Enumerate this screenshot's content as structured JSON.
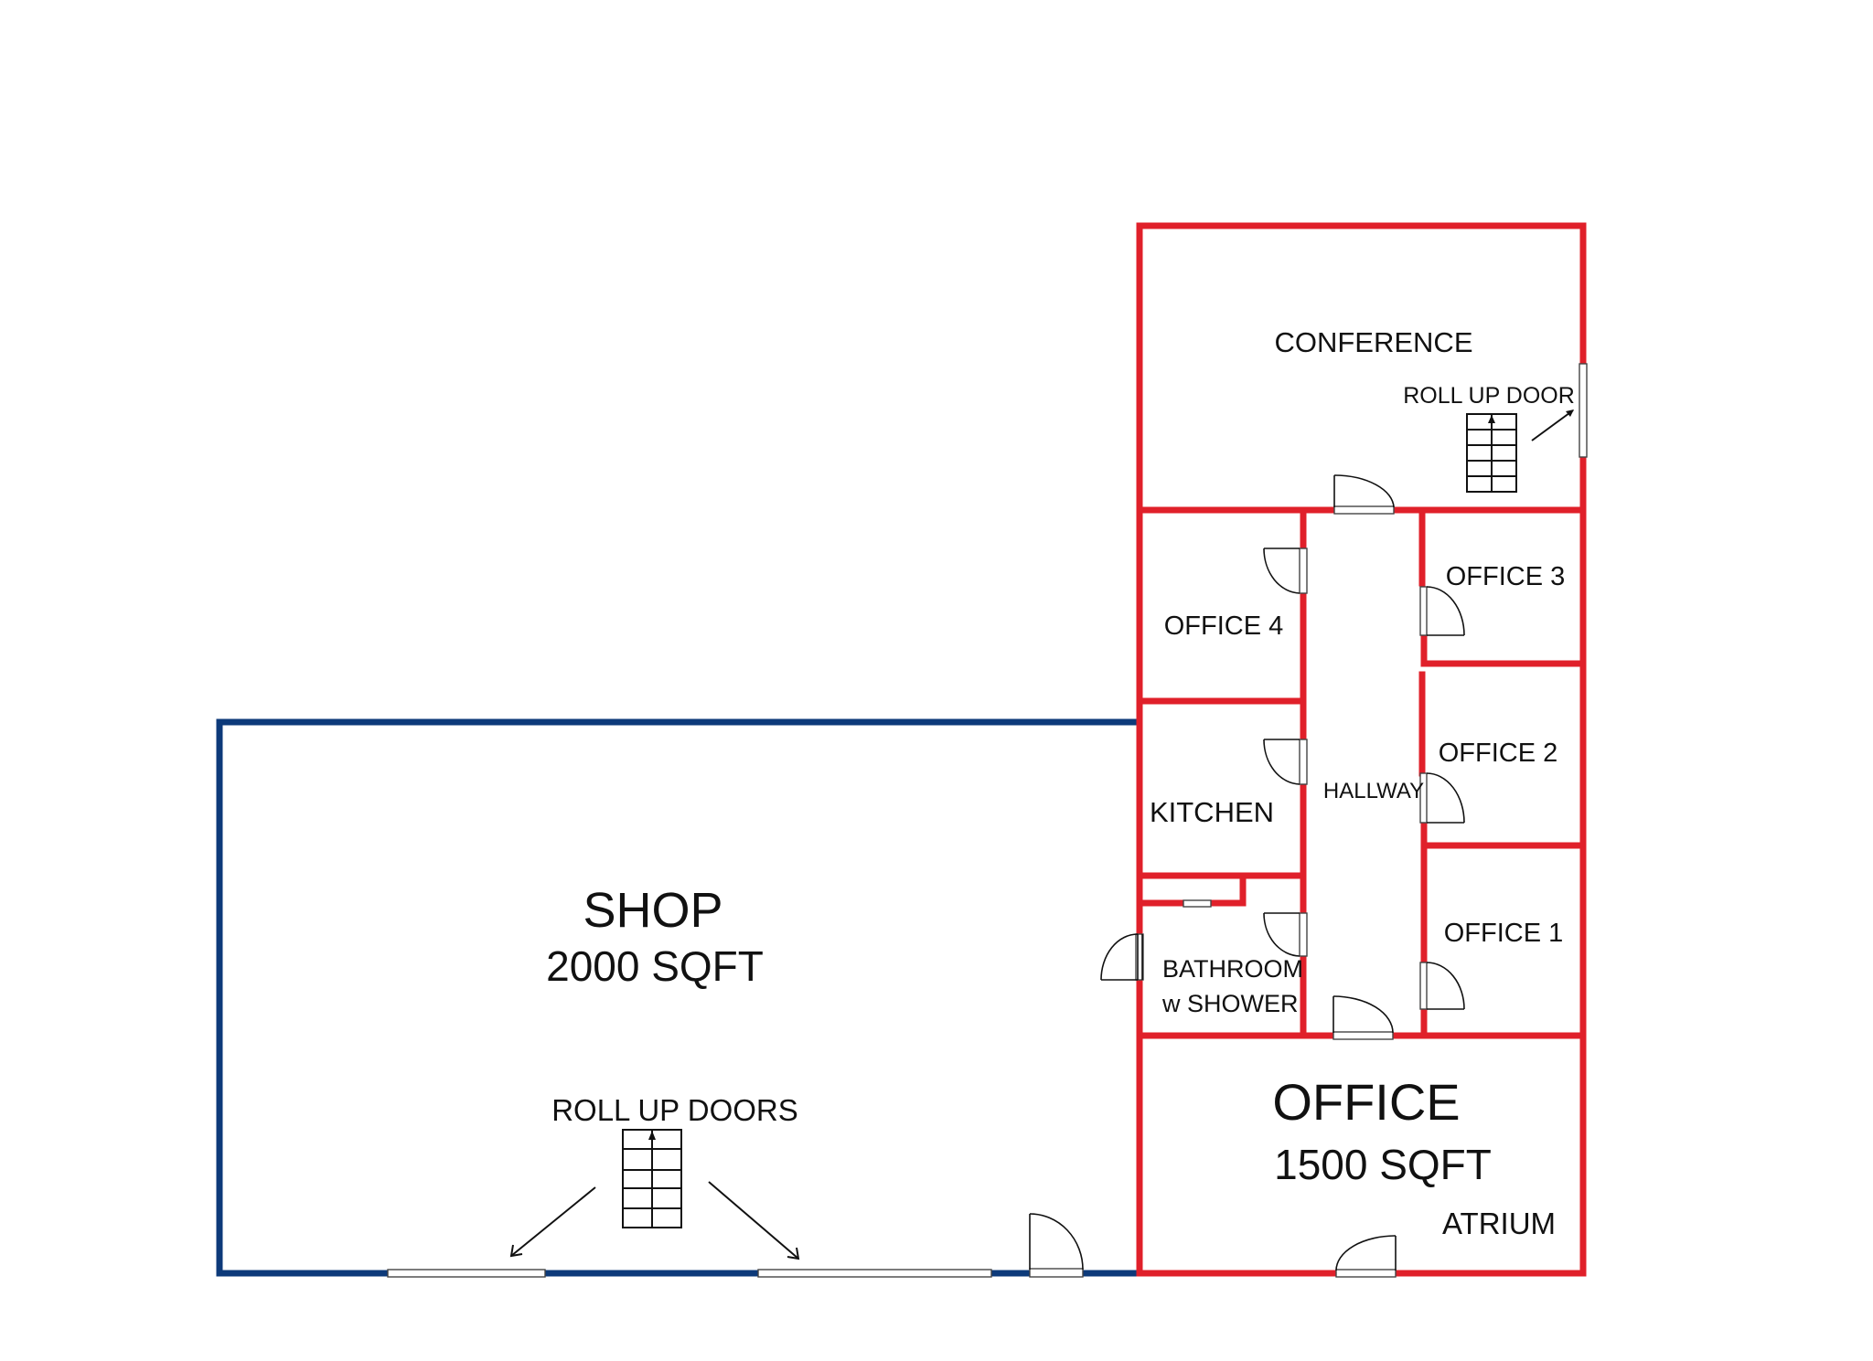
{
  "colors": {
    "office_walls": "#e0202a",
    "shop_walls": "#0d3a7a",
    "text": "#111111",
    "background": "#ffffff"
  },
  "rooms": {
    "conference": {
      "label": "CONFERENCE"
    },
    "conference_rollup": {
      "label": "ROLL UP DOOR"
    },
    "office4": {
      "label": "OFFICE 4"
    },
    "office3": {
      "label": "OFFICE 3"
    },
    "office2": {
      "label": "OFFICE 2"
    },
    "office1": {
      "label": "OFFICE 1"
    },
    "kitchen": {
      "label": "KITCHEN"
    },
    "hallway": {
      "label": "HALLWAY"
    },
    "bathroom": {
      "label_line1": "BATHROOM",
      "label_line2": "w SHOWER"
    },
    "office_main": {
      "label": "OFFICE",
      "area": "1500 SQFT",
      "sublabel": "ATRIUM"
    },
    "shop": {
      "label": "SHOP",
      "area": "2000 SQFT",
      "rollup_label": "ROLL UP DOORS"
    }
  },
  "icons": {
    "roll_up_door": "roll-up-door-icon",
    "door_swing": "door-swing-icon",
    "arrow": "arrow-icon",
    "window": "window-icon"
  }
}
